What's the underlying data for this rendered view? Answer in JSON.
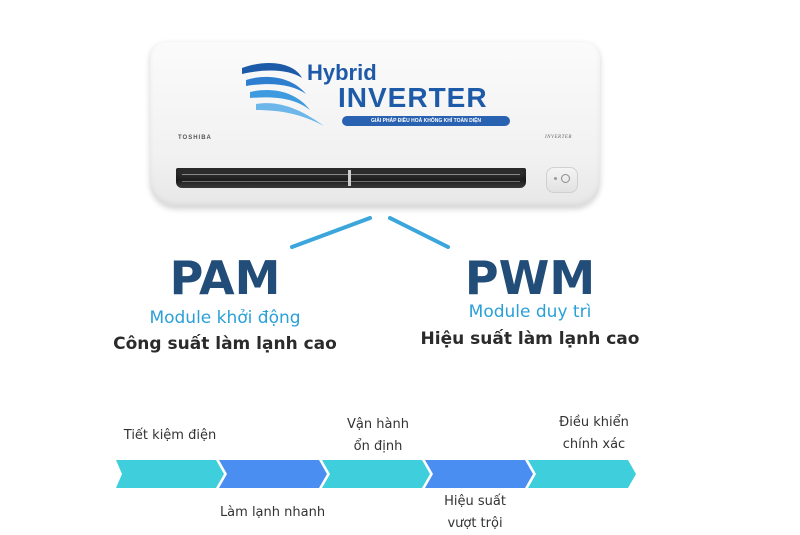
{
  "product": {
    "brand": "TOSHIBA",
    "series": "INVERTER",
    "logo": {
      "line1": "Hybrid",
      "line2": "INVERTER",
      "tagline": "GIẢI PHÁP ĐIỀU HOÀ KHÔNG KHÍ TOÀN DIỆN"
    }
  },
  "modules": [
    {
      "title": "PAM",
      "subtitle": "Module khởi động",
      "benefit": "Công suất làm lạnh cao"
    },
    {
      "title": "PWM",
      "subtitle": "Module duy trì",
      "benefit": "Hiệu suất làm lạnh cao"
    }
  ],
  "timeline": {
    "top_labels": [
      {
        "line1": "Tiết kiệm điện"
      },
      {
        "line1": "Vận hành",
        "line2": "ổn định"
      },
      {
        "line1": "Điều khiển",
        "line2": "chính xác"
      }
    ],
    "bottom_labels": [
      {
        "line1": "Làm lạnh nhanh"
      },
      {
        "line1": "Hiệu suất",
        "line2": "vượt trội"
      }
    ],
    "segment_colors": [
      "#3fcfdc",
      "#4b8ef2",
      "#3fcfdc",
      "#4b8ef2",
      "#3fcfdc"
    ]
  },
  "colors": {
    "title": "#214d78",
    "accent_blue": "#29a0d8",
    "connector": "#3aa6dc"
  }
}
